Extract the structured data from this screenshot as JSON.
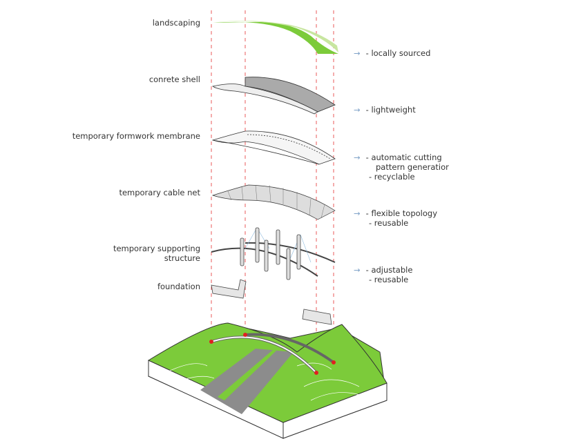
{
  "layers": [
    {
      "label": "landscaping",
      "notes": [
        "- locally sourced"
      ]
    },
    {
      "label": "conrete shell",
      "notes": [
        "- lightweight"
      ]
    },
    {
      "label": "temporary formwork membrane",
      "notes": [
        "- automatic cutting",
        "pattern generatior",
        "- recyclable"
      ]
    },
    {
      "label": "temporary cable net",
      "notes": [
        "- flexible topology",
        "- reusable"
      ]
    },
    {
      "label": "temporary supporting structure",
      "notes": [
        "- adjustable",
        "- reusable"
      ]
    },
    {
      "label": "foundation"
    }
  ],
  "arrow_glyph": "→",
  "colors": {
    "green": "#7ccb3a",
    "guide": "#e0484a",
    "arrow": "#7fa2c8"
  }
}
